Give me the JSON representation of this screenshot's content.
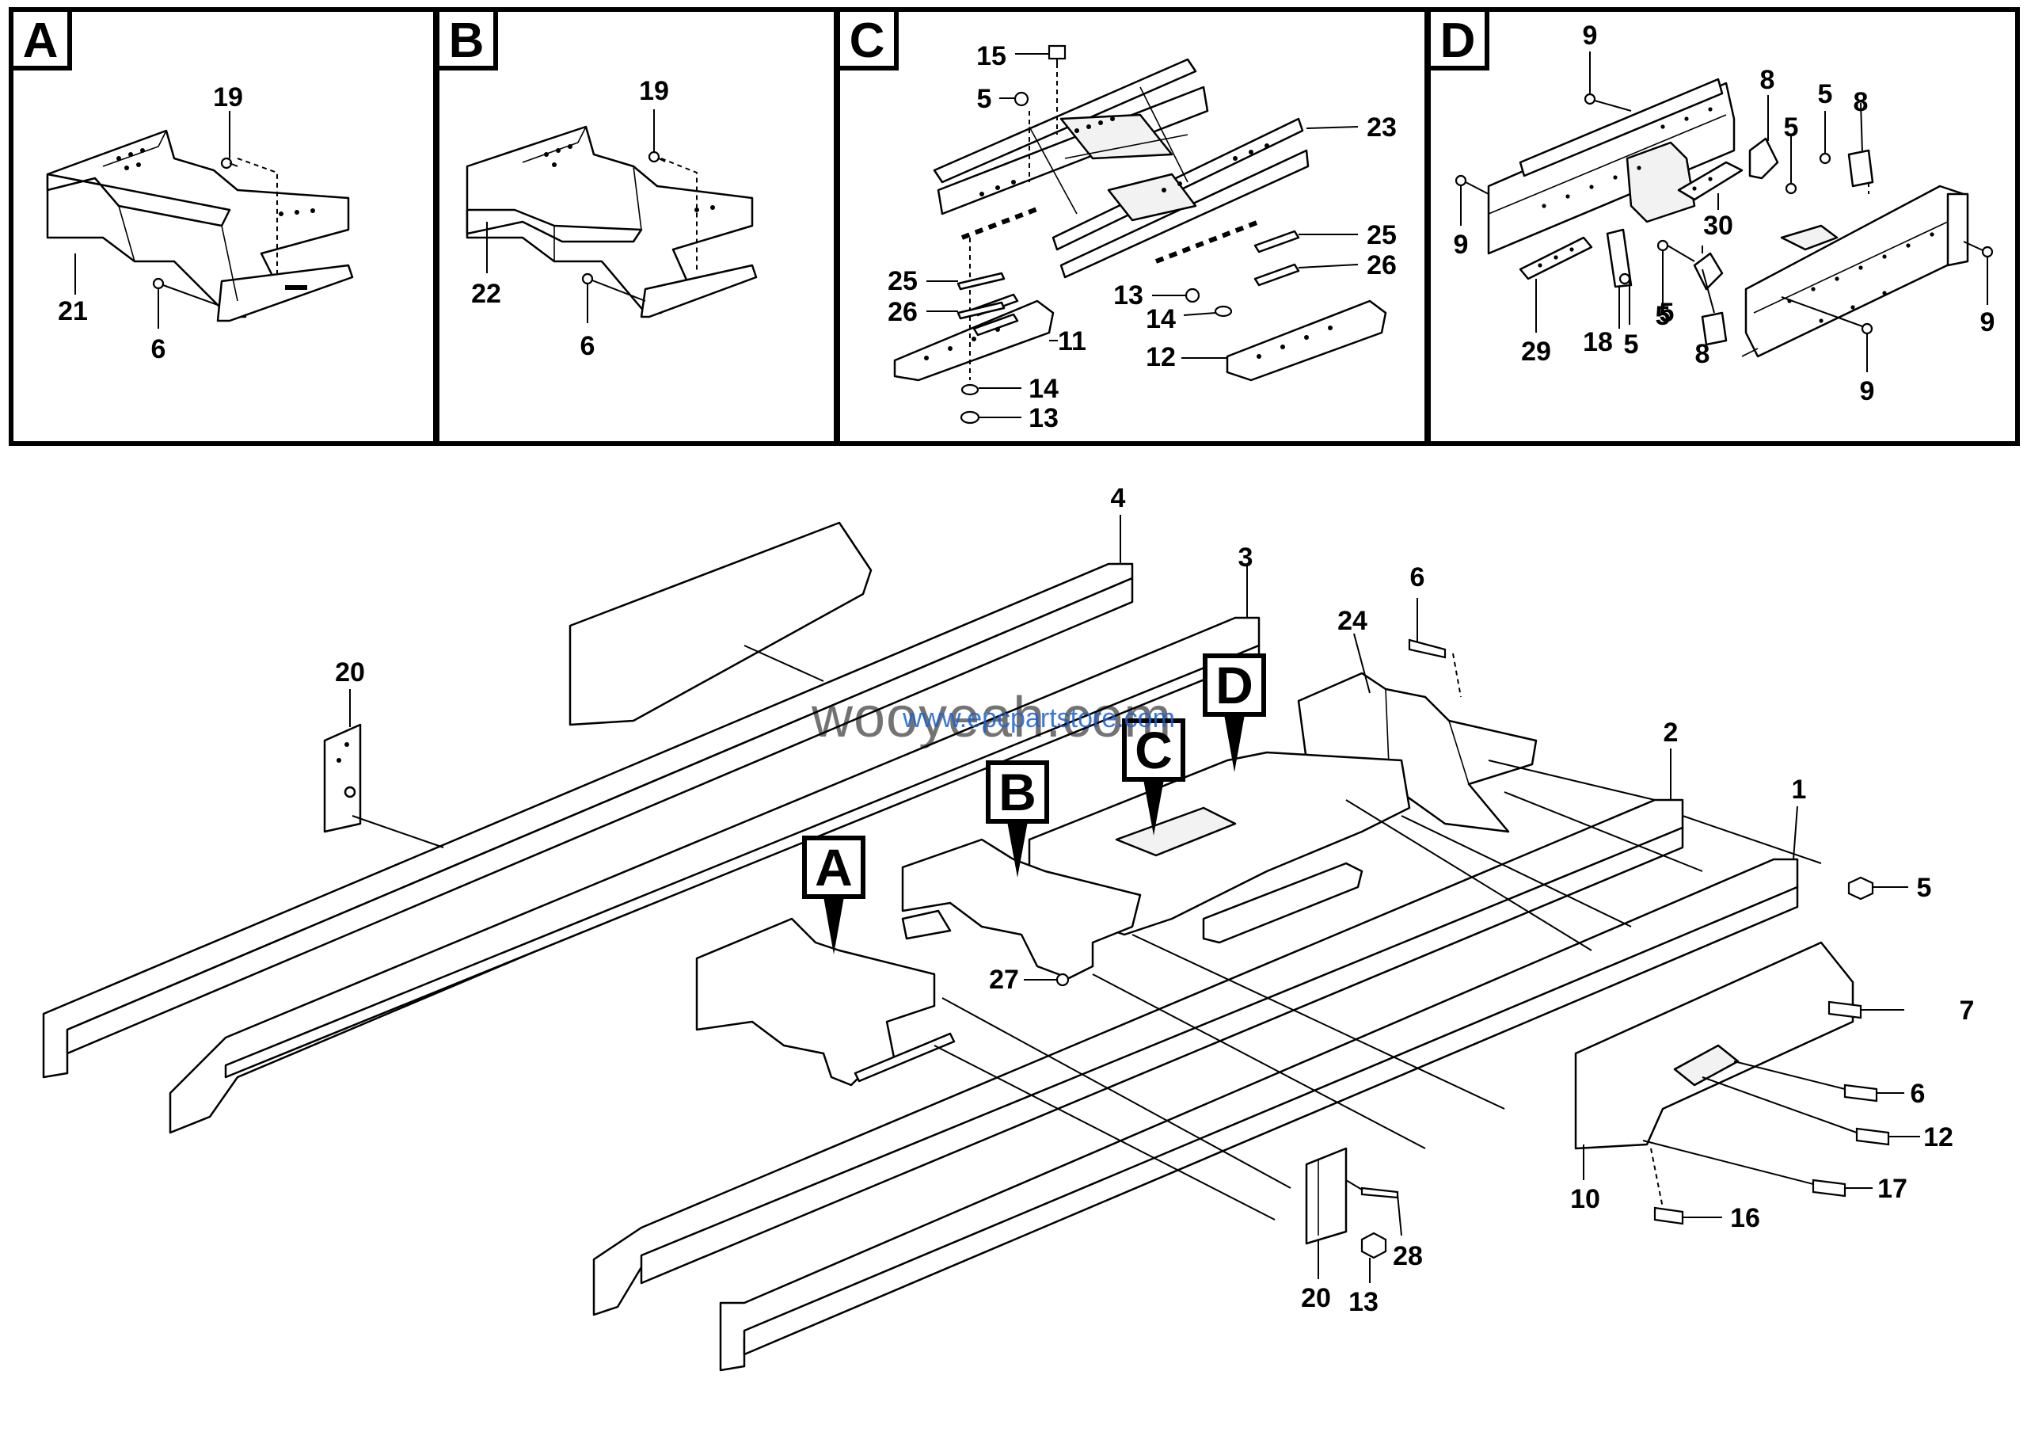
{
  "panels": [
    {
      "id": "A",
      "labels": [
        "19",
        "21",
        "6"
      ]
    },
    {
      "id": "B",
      "labels": [
        "19",
        "22",
        "6"
      ]
    },
    {
      "id": "C",
      "labels": [
        "15",
        "5",
        "23",
        "25",
        "26",
        "11",
        "13",
        "14",
        "25",
        "26",
        "12",
        "14",
        "13"
      ]
    },
    {
      "id": "D",
      "labels": [
        "9",
        "8",
        "5",
        "8",
        "5",
        "9",
        "30",
        "9",
        "5",
        "29",
        "18",
        "5",
        "5",
        "8",
        "9"
      ]
    }
  ],
  "main": {
    "labels": [
      "4",
      "3",
      "20",
      "24",
      "6",
      "2",
      "1",
      "5",
      "7",
      "27",
      "6",
      "12",
      "17",
      "10",
      "16",
      "28",
      "20",
      "13"
    ],
    "callouts": [
      "A",
      "B",
      "C",
      "D"
    ]
  },
  "watermark": {
    "primary": "wooyeah.com",
    "secondary": "www.epcpartstore.com"
  }
}
